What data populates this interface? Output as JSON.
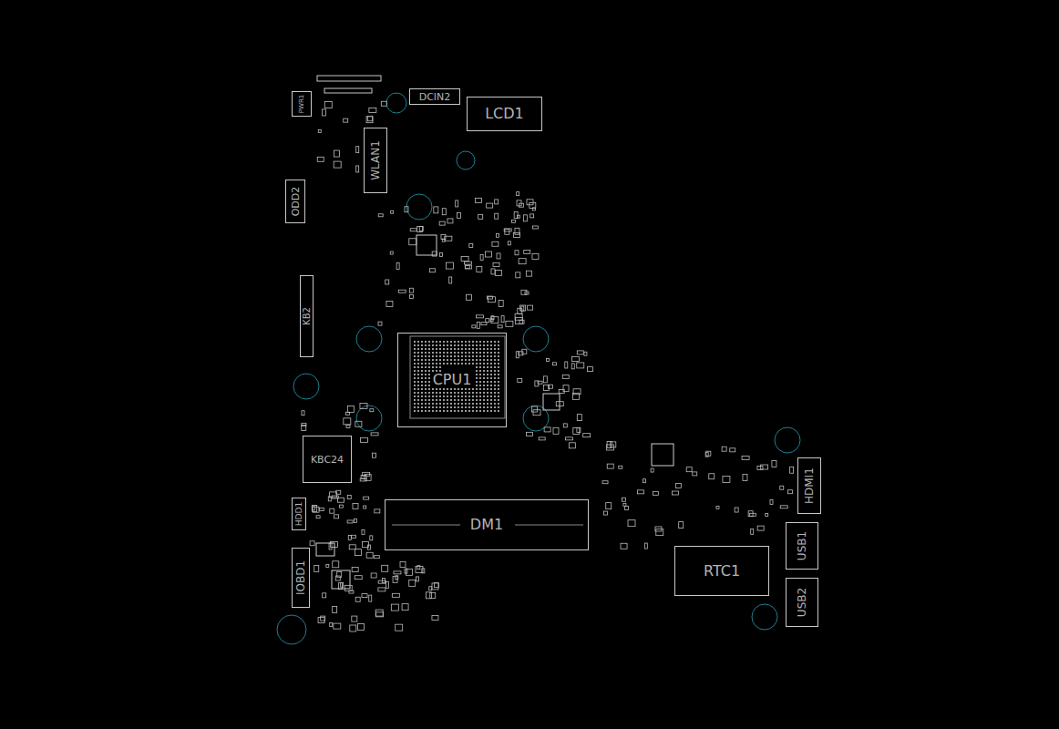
{
  "diagram": {
    "nodes": [
      {
        "text": [
          "PWR1"
        ]
      },
      {
        "text": [
          "DCIN2"
        ]
      },
      {
        "text": [
          "LCD1"
        ]
      },
      {
        "text": [
          "WLAN1"
        ]
      },
      {
        "text": [
          "ODD2"
        ]
      },
      {
        "text": [
          "KB2"
        ]
      },
      {
        "text": [
          "CPU1"
        ]
      },
      {
        "text": [
          "KBC24"
        ]
      },
      {
        "text": [
          "HDD1"
        ]
      },
      {
        "text": [
          "DM1"
        ]
      },
      {
        "text": [
          "IOBD1"
        ]
      },
      {
        "text": [
          "RTC1"
        ]
      },
      {
        "text": [
          "HDMI1"
        ]
      },
      {
        "text": [
          "USB1"
        ]
      },
      {
        "text": [
          "USB2"
        ]
      }
    ]
  }
}
